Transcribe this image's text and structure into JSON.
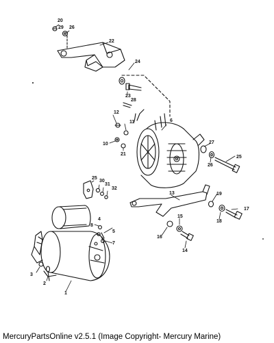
{
  "caption": "MercuryPartsOnline v2.5.1 (Image Copyright- Mercury Marine)",
  "callouts": [
    {
      "id": "c1",
      "text": "1"
    },
    {
      "id": "c2",
      "text": "2"
    },
    {
      "id": "c3",
      "text": "3"
    },
    {
      "id": "c4",
      "text": "4"
    },
    {
      "id": "c5",
      "text": "5"
    },
    {
      "id": "c6",
      "text": "6"
    },
    {
      "id": "c7",
      "text": "7"
    },
    {
      "id": "c8",
      "text": "8"
    },
    {
      "id": "c10",
      "text": "10"
    },
    {
      "id": "c11",
      "text": "11"
    },
    {
      "id": "c12",
      "text": "12"
    },
    {
      "id": "c13",
      "text": "13"
    },
    {
      "id": "c14",
      "text": "14"
    },
    {
      "id": "c15",
      "text": "15"
    },
    {
      "id": "c16",
      "text": "16"
    },
    {
      "id": "c17",
      "text": "17"
    },
    {
      "id": "c18",
      "text": "18"
    },
    {
      "id": "c19",
      "text": "19"
    },
    {
      "id": "c20",
      "text": "20"
    },
    {
      "id": "c21",
      "text": "21"
    },
    {
      "id": "c22",
      "text": "22"
    },
    {
      "id": "c23",
      "text": "23"
    },
    {
      "id": "c24",
      "text": "24"
    },
    {
      "id": "c25a",
      "text": "25"
    },
    {
      "id": "c25b",
      "text": "25"
    },
    {
      "id": "c26a",
      "text": "26"
    },
    {
      "id": "c26b",
      "text": "26"
    },
    {
      "id": "c27",
      "text": "27"
    },
    {
      "id": "c28",
      "text": "28"
    },
    {
      "id": "c29",
      "text": "29"
    },
    {
      "id": "c30",
      "text": "30"
    },
    {
      "id": "c31",
      "text": "31"
    },
    {
      "id": "c32",
      "text": "32"
    }
  ]
}
